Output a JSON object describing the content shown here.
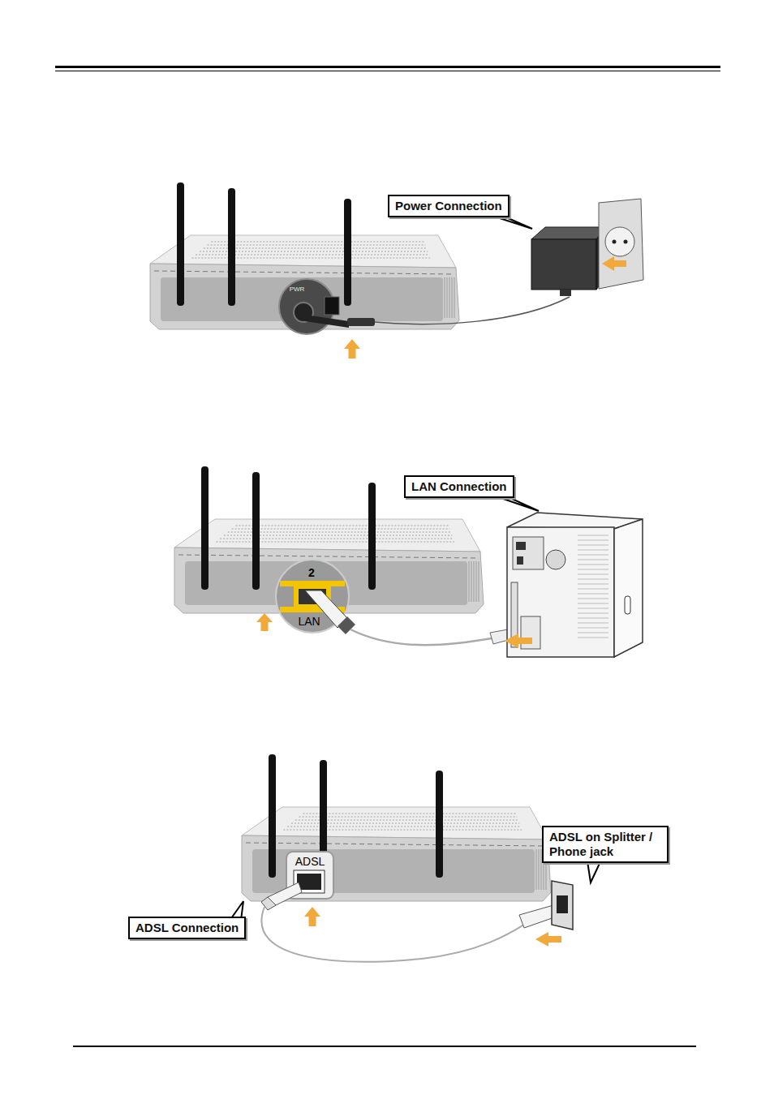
{
  "diagram": {
    "nodes": [
      {
        "text": [
          "Power Connection"
        ]
      },
      {
        "text": [
          "LAN Connection"
        ]
      },
      {
        "text": [
          "ADSL on Splitter / Phone jack"
        ]
      },
      {
        "text": [
          "ADSL Connection"
        ]
      }
    ],
    "labels": [
      "PWR",
      "2",
      "LAN",
      "ADSL"
    ]
  }
}
